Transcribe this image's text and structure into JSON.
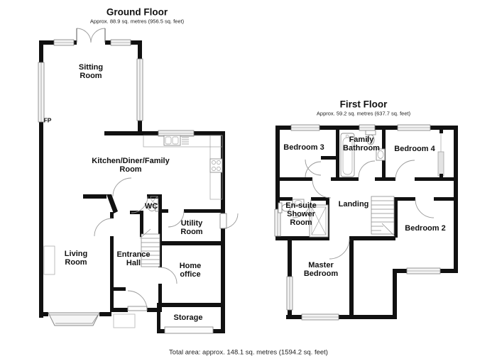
{
  "ground_floor": {
    "title": "Ground Floor",
    "area": "Approx. 88.9 sq. metres (956.5 sq. feet)",
    "rooms": {
      "sitting": {
        "label": "Sitting\nRoom"
      },
      "kitchen": {
        "label": "Kitchen/Diner/Family\nRoom"
      },
      "wc": {
        "label": "WC"
      },
      "utility": {
        "label": "Utility\nRoom"
      },
      "living": {
        "label": "Living\nRoom"
      },
      "hall": {
        "label": "Entrance\nHall"
      },
      "office": {
        "label": "Home\noffice"
      },
      "storage": {
        "label": "Storage"
      },
      "fireplace": {
        "label": "FP"
      }
    }
  },
  "first_floor": {
    "title": "First Floor",
    "area": "Approx. 59.2 sq. metres (637.7 sq. feet)",
    "rooms": {
      "bedroom3": {
        "label": "Bedroom 3"
      },
      "bathroom": {
        "label": "Family\nBathroom"
      },
      "bedroom4": {
        "label": "Bedroom 4"
      },
      "landing": {
        "label": "Landing"
      },
      "ensuite": {
        "label": "En-suite\nShower\nRoom"
      },
      "bedroom2": {
        "label": "Bedroom 2"
      },
      "master": {
        "label": "Master\nBedroom"
      }
    }
  },
  "footer": {
    "total_area": "Total area: approx. 148.1 sq. metres (1594.2 sq. feet)"
  },
  "colors": {
    "wall": "#111111",
    "window_fill": "#f4f4f4",
    "line": "#9a9a9a",
    "background": "#ffffff"
  }
}
